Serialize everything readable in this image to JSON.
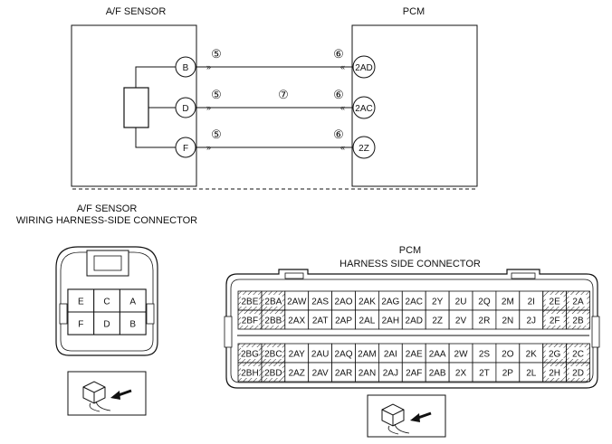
{
  "schematic": {
    "sensor_title": "A/F SENSOR",
    "pcm_title": "PCM",
    "sensor_pins": [
      "B",
      "D",
      "F"
    ],
    "pcm_pins": [
      "2AD",
      "2AC",
      "2Z"
    ],
    "wire_mark_sensor": "⑤",
    "wire_mark_pcm": "⑥",
    "wire_mark_mid": "⑦"
  },
  "sensor_connector": {
    "title_line1": "A/F SENSOR",
    "title_line2": "WIRING HARNESS-SIDE CONNECTOR",
    "rows": [
      [
        "E",
        "C",
        "A"
      ],
      [
        "F",
        "D",
        "B"
      ]
    ]
  },
  "pcm_connector": {
    "title_line1": "PCM",
    "title_line2": "HARNESS SIDE CONNECTOR",
    "rows": [
      [
        "2BE",
        "2BA",
        "2AW",
        "2AS",
        "2AO",
        "2AK",
        "2AG",
        "2AC",
        "2Y",
        "2U",
        "2Q",
        "2M",
        "2I",
        "2E",
        "2A"
      ],
      [
        "2BF",
        "2BB",
        "2AX",
        "2AT",
        "2AP",
        "2AL",
        "2AH",
        "2AD",
        "2Z",
        "2V",
        "2R",
        "2N",
        "2J",
        "2F",
        "2B"
      ],
      [
        "2BG",
        "2BC",
        "2AY",
        "2AU",
        "2AQ",
        "2AM",
        "2AI",
        "2AE",
        "2AA",
        "2W",
        "2S",
        "2O",
        "2K",
        "2G",
        "2C"
      ],
      [
        "2BH",
        "2BD",
        "2AZ",
        "2AV",
        "2AR",
        "2AN",
        "2AJ",
        "2AF",
        "2AB",
        "2X",
        "2T",
        "2P",
        "2L",
        "2H",
        "2D"
      ]
    ]
  }
}
